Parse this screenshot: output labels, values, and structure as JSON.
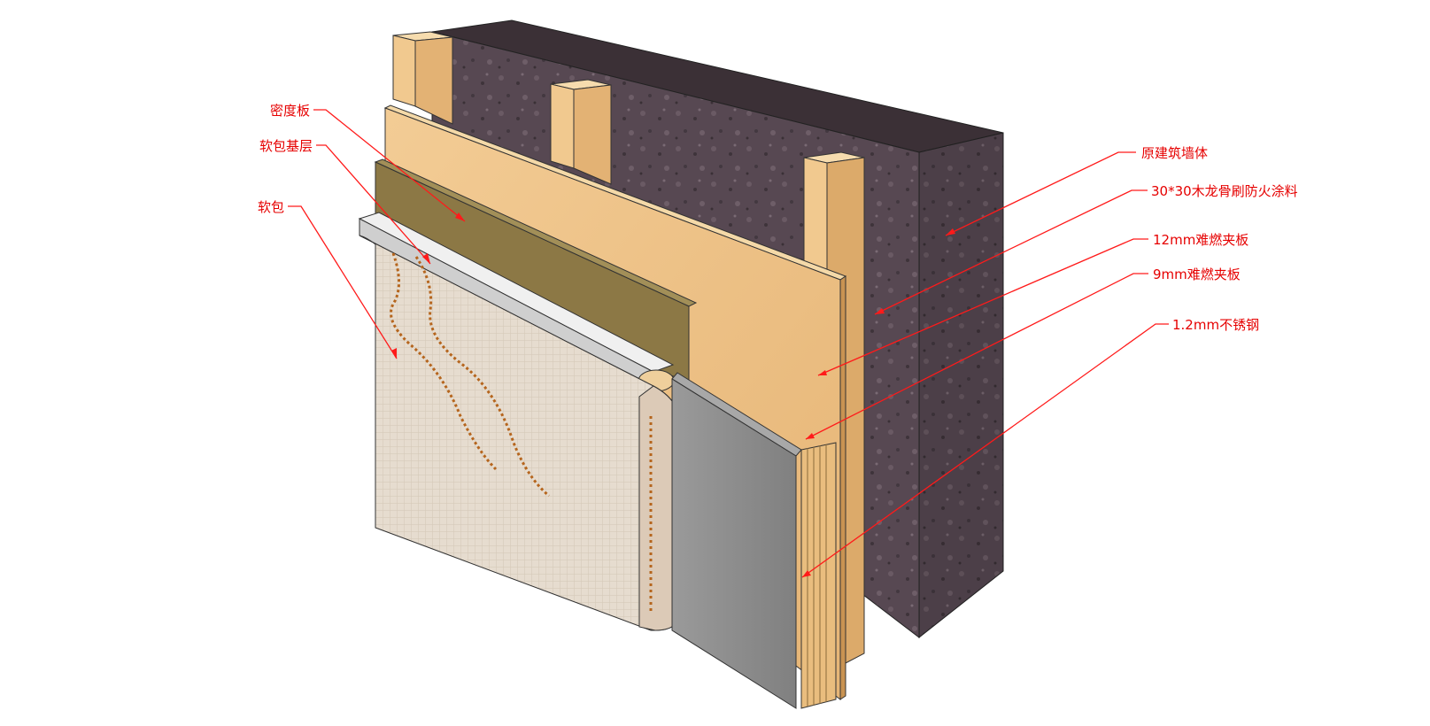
{
  "colors": {
    "background": "#ffffff",
    "leader_line": "#ff1a1a",
    "label_text": "#e60000",
    "wall_face": "#5b4c55",
    "wall_side": "#4a3d45",
    "wall_top": "#3d3238",
    "stud_light": "#f1c98f",
    "stud_dark": "#d7a564",
    "plywood": "#efc58d",
    "plywood_top": "#f4d9a8",
    "mdf_board": "#8a7642",
    "mdf_top": "#a08c54",
    "soft_base": "#d9d9d9",
    "fabric": "#e7ddd2",
    "fabric_pattern": "#b5651d",
    "steel_face": "#8e8e8e",
    "steel_edge": "#6c6c6c"
  },
  "labels": {
    "left": [
      {
        "id": "mdf",
        "text": "密度板"
      },
      {
        "id": "soft_base",
        "text": "软包基层"
      },
      {
        "id": "soft_pack",
        "text": "软包"
      }
    ],
    "right": [
      {
        "id": "wall",
        "text": "原建筑墙体"
      },
      {
        "id": "keel",
        "text": "30*30木龙骨刷防火涂料"
      },
      {
        "id": "ply12",
        "text": "12mm难燃夹板"
      },
      {
        "id": "ply9",
        "text": "9mm难燃夹板"
      },
      {
        "id": "steel",
        "text": "1.2mm不锈钢"
      }
    ]
  }
}
